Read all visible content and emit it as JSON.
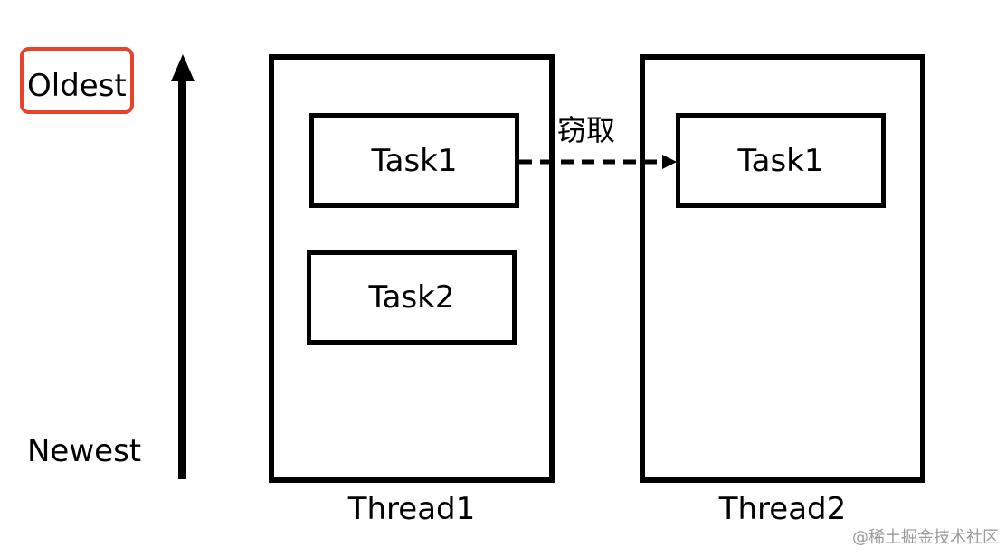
{
  "axis": {
    "oldest": "Oldest",
    "newest": "Newest"
  },
  "threads": [
    {
      "label": "Thread1",
      "tasks": [
        "Task1",
        "Task2"
      ]
    },
    {
      "label": "Thread2",
      "tasks": [
        "Task1"
      ]
    }
  ],
  "steal": {
    "label": "窃取"
  },
  "watermark": "@稀土掘金技术社区",
  "colors": {
    "highlight": "#e8412c",
    "stroke": "#000000",
    "watermark": "#9a9a9a"
  }
}
